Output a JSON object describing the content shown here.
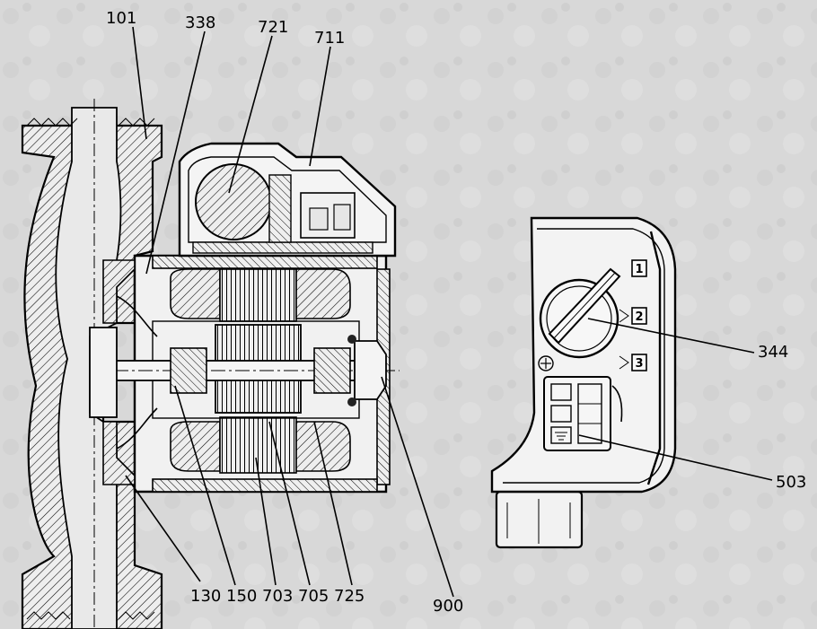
{
  "callouts": [
    {
      "id": "c101",
      "text": "101"
    },
    {
      "id": "c338",
      "text": "338"
    },
    {
      "id": "c721",
      "text": "721"
    },
    {
      "id": "c711",
      "text": "711"
    },
    {
      "id": "c344",
      "text": "344"
    },
    {
      "id": "c503",
      "text": "503"
    },
    {
      "id": "c900",
      "text": "900"
    },
    {
      "id": "c130",
      "text": "130"
    },
    {
      "id": "c150",
      "text": "150"
    },
    {
      "id": "c703",
      "text": "703"
    },
    {
      "id": "c705",
      "text": "705"
    },
    {
      "id": "c725",
      "text": "725"
    }
  ],
  "speed_marks": [
    "1",
    "2",
    "3"
  ]
}
